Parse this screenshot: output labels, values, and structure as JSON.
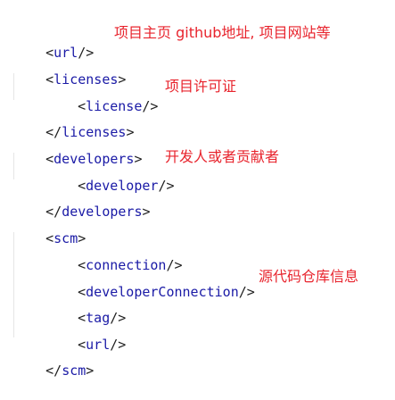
{
  "code": {
    "lines": [
      {
        "open": "<",
        "tag": "url",
        "close": "/>"
      },
      {
        "open": "<",
        "tag": "licenses",
        "close": ">"
      },
      {
        "open": "<",
        "tag": "license",
        "close": "/>"
      },
      {
        "open": "</",
        "tag": "licenses",
        "close": ">"
      },
      {
        "open": "<",
        "tag": "developers",
        "close": ">"
      },
      {
        "open": "<",
        "tag": "developer",
        "close": "/>"
      },
      {
        "open": "</",
        "tag": "developers",
        "close": ">"
      },
      {
        "open": "<",
        "tag": "scm",
        "close": ">"
      },
      {
        "open": "<",
        "tag": "connection",
        "close": "/>"
      },
      {
        "open": "<",
        "tag": "developerConnection",
        "close": "/>"
      },
      {
        "open": "<",
        "tag": "tag",
        "close": "/>"
      },
      {
        "open": "<",
        "tag": "url",
        "close": "/>"
      },
      {
        "open": "</",
        "tag": "scm",
        "close": ">"
      }
    ]
  },
  "annotations": {
    "url": "项目主页  github地址, 项目网站等",
    "license": "项目许可证",
    "developer": "开发人或者贡献者",
    "scm": "源代码仓库信息"
  },
  "colors": {
    "tag": "#1a1aa6",
    "annotation": "#e8242d",
    "guide": "#e6e6e6"
  }
}
